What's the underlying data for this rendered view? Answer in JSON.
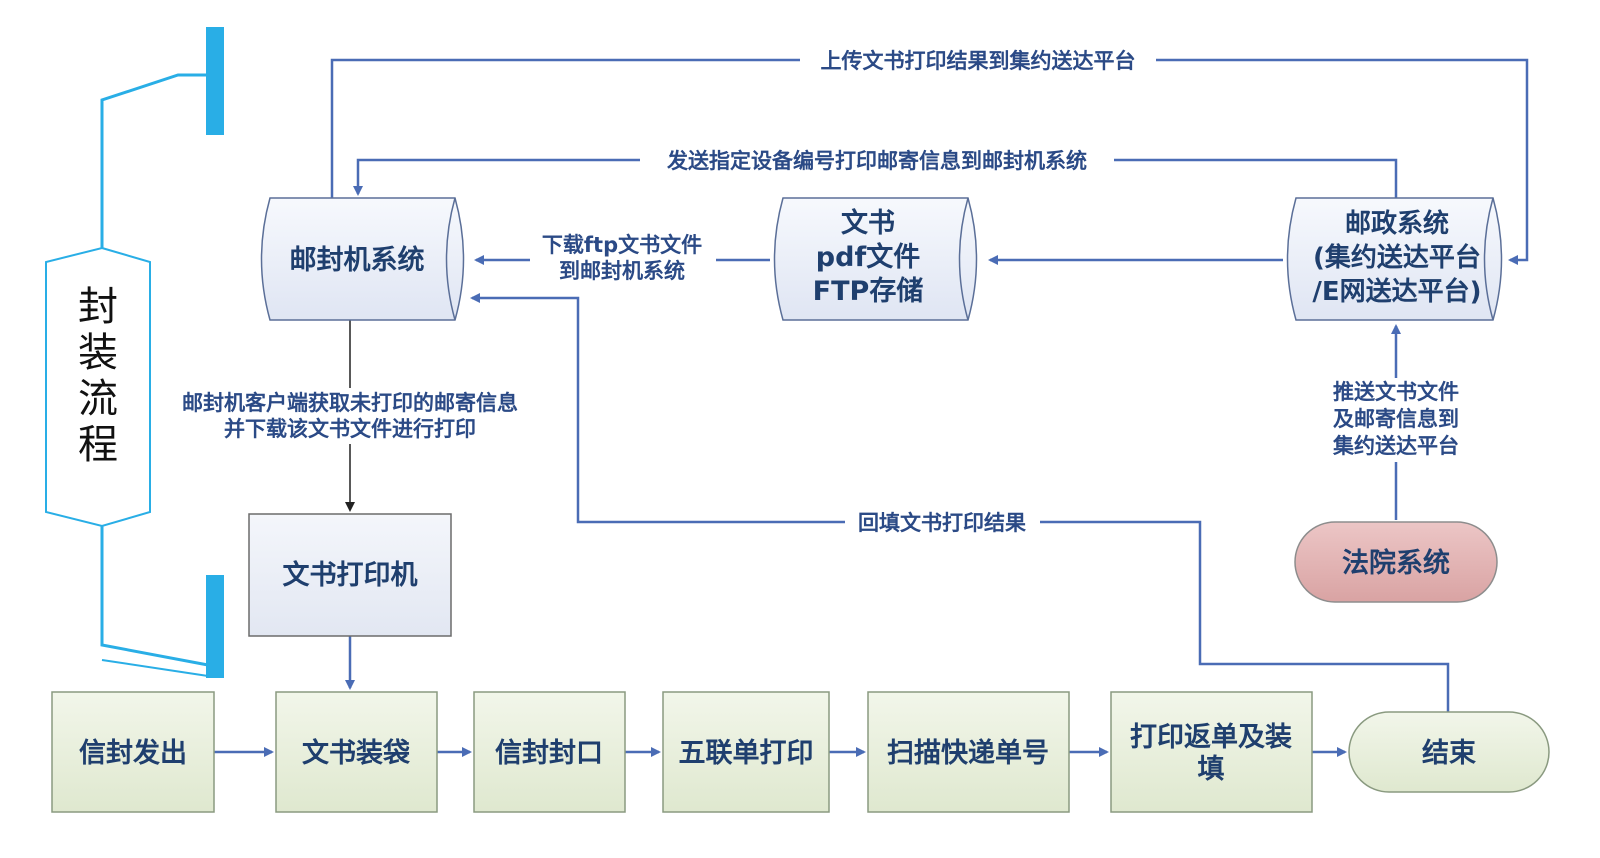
{
  "side_label": "封装流程",
  "nodes": {
    "mail_envelope_system": "邮封机系统",
    "doc_storage": [
      "文书",
      "pdf文件",
      "FTP存储"
    ],
    "postal_system": [
      "邮政系统",
      "(集约送达平台",
      "/E网送达平台)"
    ],
    "court_system": "法院系统",
    "doc_printer": "文书打印机",
    "letter_send": "信封发出",
    "doc_bagging": "文书装袋",
    "letter_seal": "信封封口",
    "five_form_print": "五联单打印",
    "scan_express": "扫描快递单号",
    "print_return": [
      "打印返单及装",
      "填"
    ],
    "end": "结束"
  },
  "edges": {
    "upload_result": "上传文书打印结果到集约送达平台",
    "send_device": "发送指定设备编号打印邮寄信息到邮封机系统",
    "download_ftp": [
      "下载ftp文书文件",
      "到邮封机系统"
    ],
    "client_fetch": [
      "邮封机客户端获取未打印的邮寄信息",
      "并下载该文书文件进行打印"
    ],
    "push_docs": [
      "推送文书文件",
      "及邮寄信息到",
      "集约送达平台"
    ],
    "backfill": "回填文书打印结果"
  },
  "colors": {
    "arrow": "#4a6cb5",
    "node_text": "#1f3f6e",
    "process_fill": "#e8efdc",
    "cylinder_fill": "#e9edf7",
    "court_fill": "#e2b3b3",
    "side_banner": "#29aee6"
  }
}
